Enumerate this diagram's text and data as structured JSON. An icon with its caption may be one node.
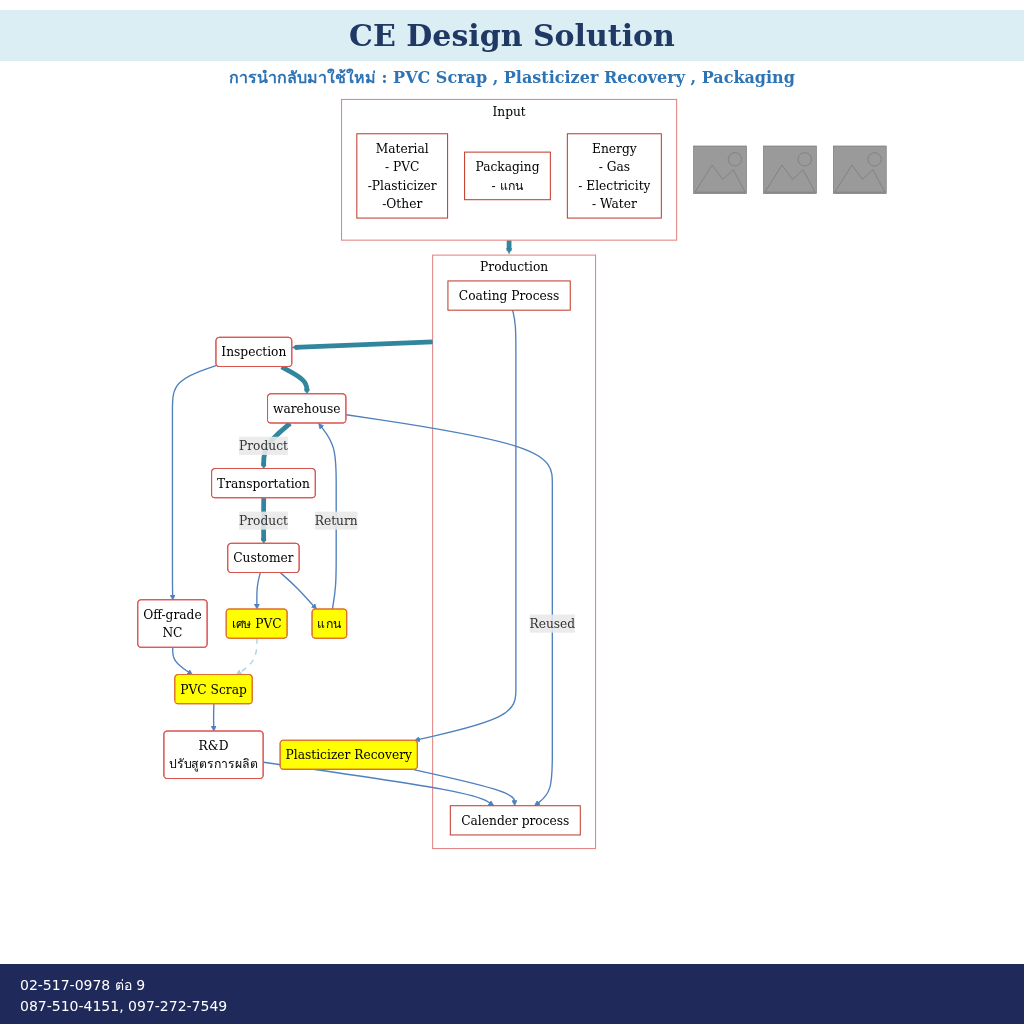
{
  "diagram": {
    "title": "CE Design Solution",
    "nodes": [
      {
        "text": [
          "Input"
        ]
      },
      {
        "text": [
          "Material",
          "- PVC",
          "-Plasticizer",
          "-Other"
        ],
        "in": 0
      },
      {
        "text": [
          "Packaging",
          "- แกน"
        ],
        "in": 0
      },
      {
        "text": [
          "Energy",
          "- Gas",
          "- Electricity",
          "- Water"
        ],
        "in": 0
      },
      {
        "text": [
          "R&D",
          "ปรับสูตรการผลิต"
        ]
      },
      {
        "text": [
          "Production"
        ]
      },
      {
        "text": [
          "Coating Process"
        ],
        "in": 5
      },
      {
        "text": [
          "Calender process"
        ],
        "in": 5
      },
      {
        "text": [
          "Plasticizer Recovery"
        ]
      },
      {
        "text": [
          "PVC Scrap"
        ]
      },
      {
        "text": [
          "Off-grade",
          "NC"
        ]
      },
      {
        "text": [
          "Inspection"
        ]
      },
      {
        "text": [
          "Transportation"
        ]
      },
      {
        "text": [
          "Customer"
        ]
      },
      {
        "text": [
          "warehouse"
        ]
      },
      {
        "text": [
          "แกน"
        ]
      },
      {
        "text": [
          "เศษ PVC"
        ]
      },
      {
        "text": [],
        "shape": "picture"
      },
      {
        "text": [],
        "shape": "picture"
      },
      {
        "text": [],
        "shape": "picture"
      }
    ],
    "edges": [
      {
        "from": 0,
        "to": 5,
        "arrow": "to",
        "style": "thick",
        "color": "#31859c"
      },
      {
        "from": 4,
        "to": 7,
        "arrow": "to"
      },
      {
        "from": 6,
        "to": 8,
        "arrow": "to"
      },
      {
        "from": 8,
        "to": 7,
        "arrow": "to"
      },
      {
        "from": 5,
        "to": 11,
        "arrow": "to",
        "style": "thick",
        "color": "#31859c"
      },
      {
        "from": 11,
        "to": 10,
        "arrow": "to"
      },
      {
        "from": 10,
        "to": 9,
        "arrow": "to"
      },
      {
        "from": 9,
        "to": 4,
        "arrow": "to"
      },
      {
        "from": 11,
        "to": 14,
        "arrow": "to",
        "style": "thick",
        "color": "#31859c"
      },
      {
        "from": 14,
        "to": 12,
        "label": "Product",
        "arrow": "to",
        "style": "thick",
        "color": "#31859c"
      },
      {
        "from": 12,
        "to": 13,
        "label": "Product",
        "arrow": "to",
        "style": "thick",
        "color": "#31859c"
      },
      {
        "from": 13,
        "to": 15,
        "arrow": "to"
      },
      {
        "from": 13,
        "to": 16,
        "arrow": "to"
      },
      {
        "from": 15,
        "to": 14,
        "label": "Return",
        "arrow": "to"
      },
      {
        "from": 14,
        "to": 7,
        "label": "Reused",
        "arrow": "to"
      },
      {
        "from": 16,
        "to": 9,
        "arrow": "to",
        "style": "dashed",
        "color": "#a9d3e0"
      }
    ],
    "labels": [
      "การนำกลับมาใช้ใหม่ : PVC Scrap , Plasticizer Recovery , Packaging",
      "02-517-0978 ต่อ 9",
      "087-510-4151, 097-272-7549"
    ]
  }
}
